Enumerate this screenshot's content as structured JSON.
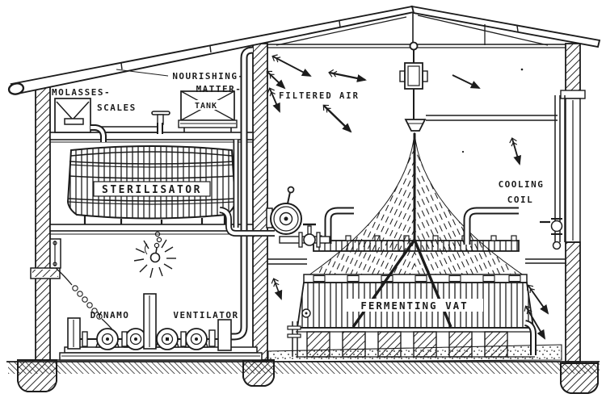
{
  "diagram": {
    "kind": "fermentation-plant-cross-section-engraving",
    "colors": {
      "ink": "#1c1c1c",
      "paper": "#ffffff"
    },
    "labels": {
      "molasses1": "MOLASSES-",
      "molasses2": "SCALES",
      "nourishing1": "NOURISHING-",
      "nourishing2": "MATTER-",
      "nourishing3": "TANK",
      "sterilisator": "STERILISATOR",
      "filtered_air": "FILTERED AIR",
      "cooling1": "COOLING",
      "cooling2": "COIL",
      "fermenting_vat": "FERMENTING VAT",
      "dynamo": "DYNAMO",
      "ventilator": "VENTILATOR"
    }
  }
}
